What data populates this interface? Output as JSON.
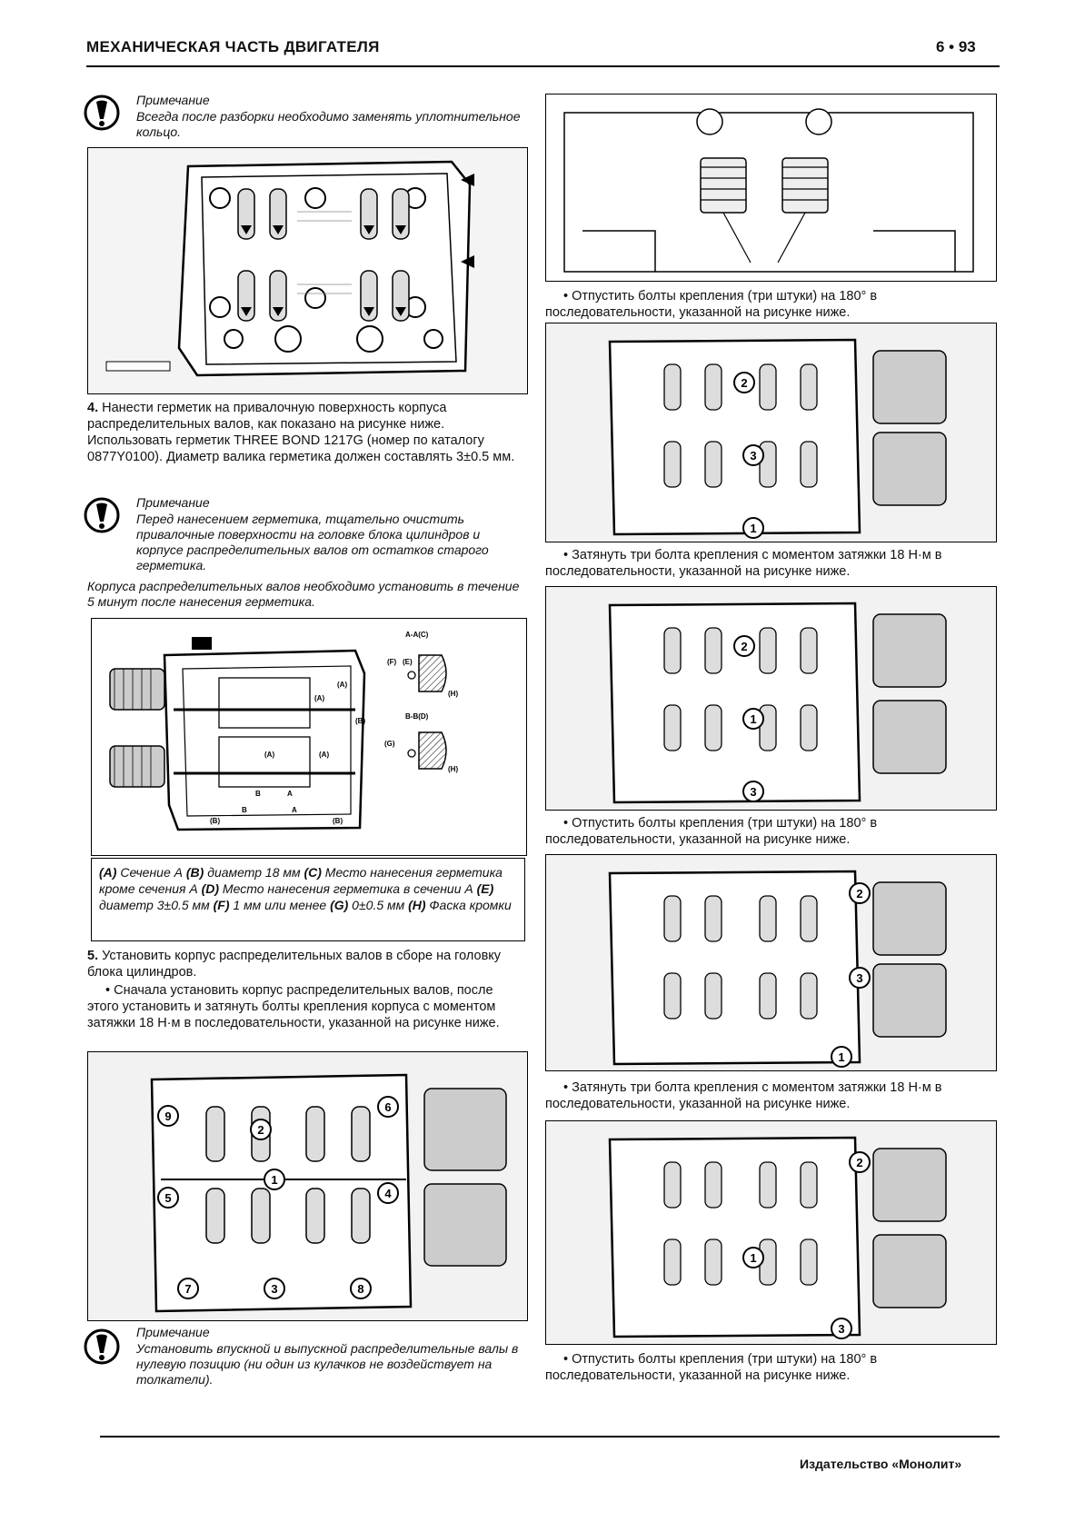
{
  "header": {
    "title": "МЕХАНИЧЕСКАЯ ЧАСТЬ ДВИГАТЕЛЯ",
    "page": "6 • 93"
  },
  "left": {
    "note1": {
      "label": "Примечание",
      "text": "Всегда после разборки необходимо заменять уплотнительное кольцо."
    },
    "step4": {
      "number": "4.",
      "text": "Нанести герметик на привалочную поверхность корпуса распределительных валов, как показано на рисунке ниже. Использовать герметик THREE BOND 1217G (номер по каталогу 0877Y0100). Диаметр валика герметика должен составлять 3±0.5 мм."
    },
    "note2": {
      "label": "Примечание",
      "text1": "Перед нанесением герметика, тщательно очистить привалочные поверхности на головке блока цилиндров и корпусе распределительных валов от остатков старого герметика.",
      "text2": "Корпуса распределительных валов необходимо установить в течение 5 минут после нанесения герметика."
    },
    "figure2_labels": {
      "aa": "A-A(C)",
      "bb": "B-B(D)",
      "F": "(F)",
      "E": "(E)",
      "H": "(H)",
      "G": "(G)",
      "B": "(B)",
      "A": "(A)",
      "Aa": "(A)",
      "Bb": "(B)",
      "Bc": "(B)",
      "Ac": "(A)",
      "Ad": "(A)",
      "B1": "B",
      "A1": "A",
      "B2": "B",
      "A2": "A"
    },
    "caption": {
      "p1": "(A)",
      "t1": " Сечение А ",
      "p2": "(B)",
      "t2": " диаметр 18 мм ",
      "p3": "(C)",
      "t3": " Место нанесения герметика кроме сечения А ",
      "p4": "(D)",
      "t4": " Место нанесения герметика в сечении А ",
      "p5": "(E)",
      "t5": " диаметр 3±0.5 мм ",
      "p6": "(F)",
      "t6": " 1 мм или менее ",
      "p7": "(G)",
      "t7": " 0±0.5 мм ",
      "p8": "(H)",
      "t8": " Фаска кромки"
    },
    "step5": {
      "number": "5.",
      "text": "Установить корпус распределительных валов в сборе на головку блока цилиндров.",
      "bullet": "• Сначала установить корпус распределительных валов, после этого установить и затянуть болты крепления корпуса с моментом затяжки 18 Н·м в последовательности, указанной на рисунке ниже."
    },
    "figure3_numbers": [
      "1",
      "2",
      "3",
      "4",
      "5",
      "6",
      "7",
      "8",
      "9"
    ],
    "note3": {
      "label": "Примечание",
      "text": "Установить впускной и выпускной распределительные валы в нулевую позицию (ни один из кулачков не воздействует на толкатели)."
    }
  },
  "right": {
    "bullet1": "• Отпустить болты крепления (три штуки) на 180° в последовательности, указанной на рисунке ниже.",
    "bullet2": "• Затянуть три болта крепления с моментом затяжки 18 Н·м в последовательности, указанной на рисунке ниже.",
    "bullet3": "• Отпустить болты крепления (три штуки) на 180° в последовательности, указанной на рисунке ниже.",
    "bullet4": "• Затянуть три болта крепления с моментом затяжки 18 Н·м в последовательности, указанной на рисунке ниже.",
    "bullet5": "• Отпустить болты крепления (три штуки) на 180° в последовательности, указанной на рисунке ниже.",
    "seq": {
      "f2": [
        "2",
        "3",
        "1"
      ],
      "f3": [
        "2",
        "1",
        "3"
      ],
      "f4": [
        "2",
        "3",
        "1"
      ],
      "f5": [
        "2",
        "1",
        "3"
      ]
    }
  },
  "footer": {
    "publisher": "Издательство «Монолит»"
  }
}
